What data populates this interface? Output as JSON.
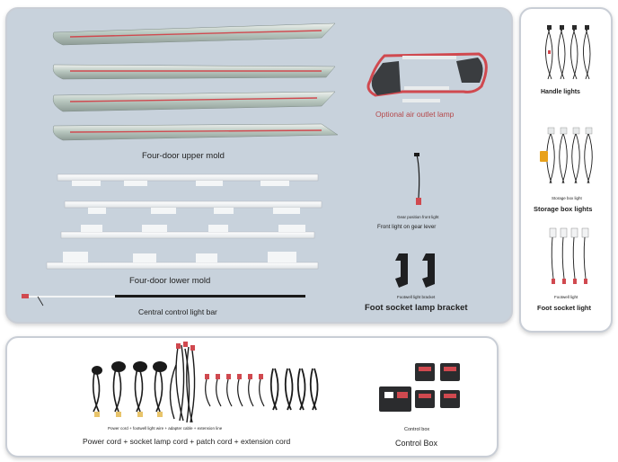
{
  "main_panel": {
    "upper_mold_label": "Four-door upper mold",
    "lower_mold_label": "Four-door lower mold",
    "light_bar_label": "Central control light bar",
    "air_outlet_label": "Optional air outlet lamp",
    "gear_small_label": "Gear position front light",
    "gear_label": "Front light on gear lever",
    "footwell_small_label": "Footwell light bracket",
    "foot_bracket_label": "Foot socket lamp bracket"
  },
  "side_panel": {
    "handle_label": "Handle lights",
    "storage_small_label": "Storage box light",
    "storage_label": "Storage box lights",
    "footwell_small_label": "Footwell light",
    "foot_socket_label": "Foot socket light"
  },
  "bottom_panel": {
    "cords_small_label": "Power cord + footwell light wire + adapter cable + extension line",
    "cords_label": "Power cord + socket lamp cord + patch cord + extension cord",
    "control_small_label": "Control box",
    "control_label": "Control Box"
  },
  "colors": {
    "panel_bg": "#c8d2dc",
    "accent_red": "#d0494f",
    "cable": "#1a1a1a"
  }
}
